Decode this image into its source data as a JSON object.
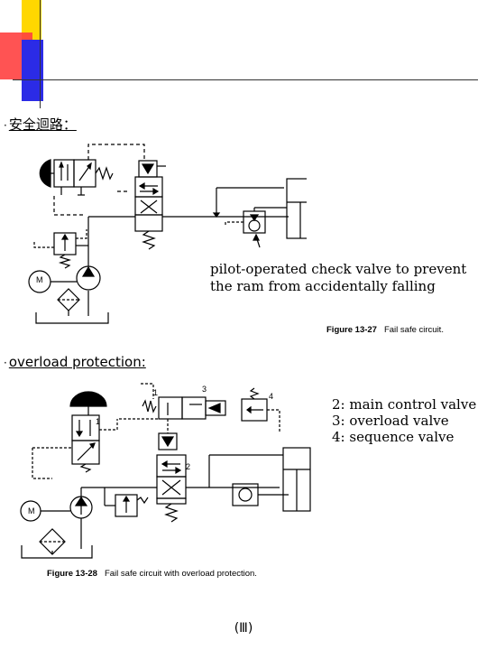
{
  "slide": {
    "heading1": "安全迴路：",
    "heading2": "overload protection:",
    "footer": "(Ⅲ)"
  },
  "figure1": {
    "annotation_line1": "pilot-operated check valve to prevent",
    "annotation_line2": "the ram from accidentally falling",
    "caption_number": "Figure 13-27",
    "caption_text": "Fail safe circuit."
  },
  "figure2": {
    "legend_line1": "2: main control valve",
    "legend_line2": "3: overload valve",
    "legend_line3": "4: sequence valve",
    "label_1": "1",
    "label_2": "2",
    "label_3": "3",
    "label_4": "4",
    "motor_label": "M",
    "caption_number": "Figure 13-28",
    "caption_text": "Fail safe circuit with overload protection."
  },
  "figure1_motor_label": "M",
  "colors": {
    "deco_yellow": "#FFD700",
    "deco_red": "#FF3B3B",
    "deco_blue": "#2828E0",
    "line": "#000000"
  }
}
